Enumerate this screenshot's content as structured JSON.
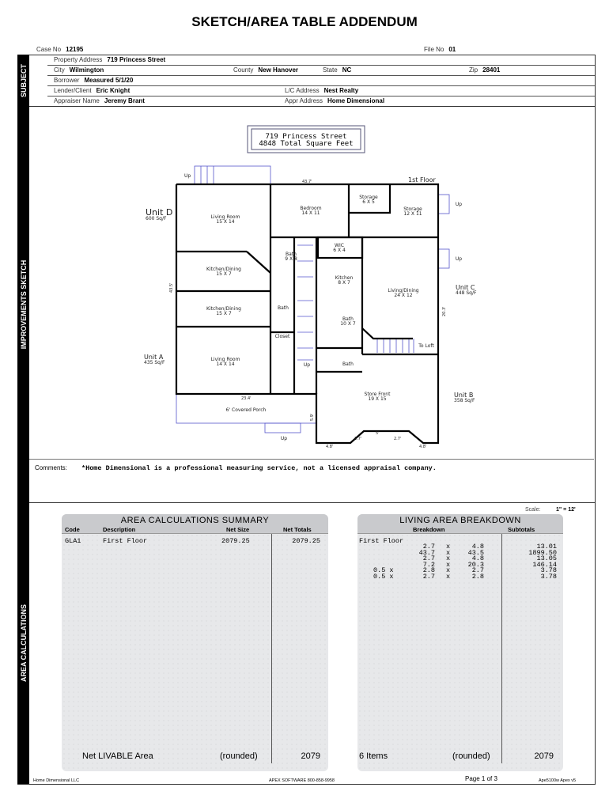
{
  "title": "SKETCH/AREA TABLE ADDENDUM",
  "subject": {
    "section_label": "SUBJECT",
    "case_no_label": "Case No",
    "case_no": "12195",
    "file_no_label": "File No",
    "file_no": "01",
    "property_address_label": "Property Address",
    "property_address": "719 Princess Street",
    "city_label": "City",
    "city": "Wilmington",
    "county_label": "County",
    "county": "New Hanover",
    "state_label": "State",
    "state": "NC",
    "zip_label": "Zip",
    "zip": "28401",
    "borrower_label": "Borrower",
    "borrower": "Measured 5/1/20",
    "lender_label": "Lender/Client",
    "lender": "Eric Knight",
    "lc_address_label": "L/C Address",
    "lc_address": "Nest Realty",
    "appraiser_label": "Appraiser Name",
    "appraiser": "Jeremy Brant",
    "appr_address_label": "Appr Address",
    "appr_address": "Home Dimensional"
  },
  "sketch": {
    "section_label": "IMPROVEMENTS SKETCH",
    "banner_line1": "719 Princess Street",
    "banner_line2": "4848 Total Square Feet",
    "floor_label": "1st Floor",
    "dims": {
      "top": "43.7'",
      "left": "43.5'",
      "right": "20.3'",
      "porch": "23.4'",
      "porch_side": "5.9'",
      "bl": "4.8'",
      "br": "4.8'",
      "d1": "2.7'",
      "d2": "5'",
      "d3": "2.7'"
    },
    "units": [
      {
        "name": "Unit D",
        "area": "600 Sq/F"
      },
      {
        "name": "Unit C",
        "area": "448 Sq/F"
      },
      {
        "name": "Unit A",
        "area": "435 Sq/F"
      },
      {
        "name": "Unit B",
        "area": "358 Sq/F"
      }
    ],
    "rooms": [
      {
        "name": "Living Room",
        "size": "15 X 14"
      },
      {
        "name": "Bedroom",
        "size": "14 X 11"
      },
      {
        "name": "Storage",
        "size": "6 X 5"
      },
      {
        "name": "Storage",
        "size": "12 X 11"
      },
      {
        "name": "Bath",
        "size": "9 X 8"
      },
      {
        "name": "WIC",
        "size": "6 X 4"
      },
      {
        "name": "Kitchen/Dining",
        "size": "15 X 7"
      },
      {
        "name": "Kitchen",
        "size": "8 X 7"
      },
      {
        "name": "Living/Dining",
        "size": "24 X 12"
      },
      {
        "name": "Kitchen/Dining",
        "size": "15 X 7"
      },
      {
        "name": "Bath",
        "size": ""
      },
      {
        "name": "Bath",
        "size": "10 X 7"
      },
      {
        "name": "Closet",
        "size": ""
      },
      {
        "name": "Living Room",
        "size": "14 X 14"
      },
      {
        "name": "Bath",
        "size": ""
      },
      {
        "name": "Store Front",
        "size": "19 X 15"
      },
      {
        "name": "6' Covered Porch",
        "size": ""
      }
    ],
    "up_label": "Up",
    "to_loft_label": "To Loft"
  },
  "comments": {
    "label": "Comments:",
    "text": "*Home Dimensional is a professional measuring service, not a licensed appraisal company."
  },
  "area": {
    "section_label": "AREA CALCULATIONS",
    "scale_label": "Scale:",
    "scale": "1\" = 12'",
    "summary": {
      "title": "AREA CALCULATIONS SUMMARY",
      "headers": [
        "Code",
        "Description",
        "Net Size",
        "Net Totals"
      ],
      "rows": [
        {
          "code": "GLA1",
          "description": "First Floor",
          "net_size": "2079.25",
          "net_total": "2079.25"
        }
      ],
      "footer_label": "Net LIVABLE Area",
      "footer_rounded": "(rounded)",
      "footer_total": "2079"
    },
    "breakdown": {
      "title": "LIVING AREA BREAKDOWN",
      "headers": [
        "Breakdown",
        "Subtotals"
      ],
      "floor": "First Floor",
      "rows": [
        {
          "factor": "",
          "a": "2.7",
          "b": "4.8",
          "subtotal": "13.01"
        },
        {
          "factor": "",
          "a": "43.7",
          "b": "43.5",
          "subtotal": "1899.50"
        },
        {
          "factor": "",
          "a": "2.7",
          "b": "4.8",
          "subtotal": "13.05"
        },
        {
          "factor": "",
          "a": "7.2",
          "b": "20.3",
          "subtotal": "146.14"
        },
        {
          "factor": "0.5 x",
          "a": "2.8",
          "b": "2.7",
          "subtotal": "3.78"
        },
        {
          "factor": "0.5 x",
          "a": "2.7",
          "b": "2.8",
          "subtotal": "3.78"
        }
      ],
      "footer_items": "6 Items",
      "footer_rounded": "(rounded)",
      "footer_total": "2079"
    }
  },
  "footer": {
    "company": "Home Dimensional LLC",
    "software": "APEX SOFTWARE 800-858-9958",
    "page": "Page 1 of 3",
    "version": "Ape5100w Apex v5"
  }
}
